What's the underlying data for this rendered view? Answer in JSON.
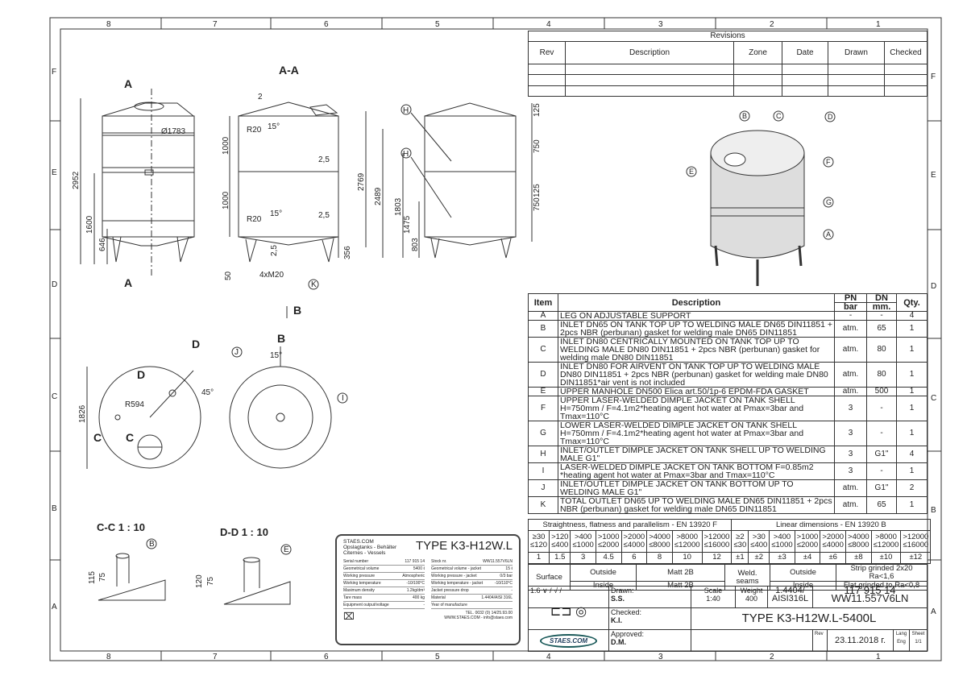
{
  "frame": {
    "columns": [
      "8",
      "7",
      "6",
      "5",
      "4",
      "3",
      "2",
      "1"
    ],
    "rows": [
      "F",
      "E",
      "D",
      "C",
      "B",
      "A"
    ]
  },
  "revisions": {
    "title": "Revisions",
    "headers": [
      "Rev",
      "Description",
      "Zone",
      "Date",
      "Drawn",
      "Checked"
    ]
  },
  "views": {
    "front": {
      "section_a": "A",
      "diameter": "Ø1783",
      "h_total": "2952",
      "h_jacket": "1600",
      "h_leg": "646"
    },
    "section": {
      "title": "A-A",
      "r1": "R20",
      "r2": "R20",
      "a1": "15°",
      "a2": "15°",
      "t1": "2",
      "d1": "1000",
      "d2": "1000",
      "h": "2769",
      "w1": "2,5",
      "w2": "2,5",
      "w3": "2,5",
      "leg": "356",
      "foot": "50",
      "bolts": "4xM20",
      "k": "K",
      "view_b": "B"
    },
    "side": {
      "h1": "H",
      "h2": "H",
      "d1": "125",
      "d2": "750",
      "d3": "125",
      "d4": "750",
      "h_a": "2489",
      "h_b": "1803",
      "h_c": "1475",
      "h_d": "803"
    },
    "iso": {
      "labels": [
        "B",
        "C",
        "D",
        "E",
        "F",
        "G",
        "A"
      ]
    },
    "top": {
      "width": "1826",
      "radius": "R594",
      "angle": "45°",
      "c1": "C",
      "c2": "C",
      "d1": "D",
      "d2": "D"
    },
    "bottom": {
      "b": "B",
      "angle": "15°",
      "j": "J",
      "i": "I"
    },
    "cc": {
      "title": "C-C 1 : 10",
      "h1": "115",
      "h2": "75",
      "callout": "B"
    },
    "dd": {
      "title": "D-D 1 : 10",
      "h1": "120",
      "h2": "75",
      "callout": "E"
    }
  },
  "parts": {
    "headers": {
      "item": "Item",
      "desc": "Description",
      "pn": "PN",
      "pn_unit": "bar",
      "dn": "DN",
      "dn_unit": "mm.",
      "qty": "Qty."
    },
    "rows": [
      {
        "item": "A",
        "desc": "LEG ON ADJUSTABLE SUPPORT",
        "pn": "-",
        "dn": "-",
        "qty": "4"
      },
      {
        "item": "B",
        "desc": "INLET DN65 ON TANK TOP UP TO WELDING MALE DN65 DIN11851 + 2pcs NBR (perbunan) gasket for welding male DN65 DIN11851",
        "pn": "atm.",
        "dn": "65",
        "qty": "1"
      },
      {
        "item": "C",
        "desc": "INLET DN80 CENTRICALLY MOUNTED ON TANK TOP UP TO WELDING MALE DN80 DIN11851 + 2pcs NBR (perbunan) gasket for welding male DN80 DIN11851",
        "pn": "atm.",
        "dn": "80",
        "qty": "1"
      },
      {
        "item": "D",
        "desc": "INLET DN80 FOR AIRVENT ON TANK TOP UP TO WELDING MALE DN80 DIN11851 + 2pcs NBR (perbunan) gasket for welding male DN80 DIN11851*air vent is not included",
        "pn": "atm.",
        "dn": "80",
        "qty": "1"
      },
      {
        "item": "E",
        "desc": "UPPER MANHOLE DN500 Elica art.50/1p-6  EPDM-FDA GASKET",
        "pn": "atm.",
        "dn": "500",
        "qty": "1"
      },
      {
        "item": "F",
        "desc": "UPPER LASER-WELDED DIMPLE JACKET ON TANK SHELL H=750mm / F=4.1m2*heating agent hot water at Pmax=3bar and Tmax=110°C",
        "pn": "3",
        "dn": "-",
        "qty": "1"
      },
      {
        "item": "G",
        "desc": "LOWER LASER-WELDED DIMPLE JACKET ON TANK SHELL H=750mm / F=4.1m2*heating agent hot water at Pmax=3bar and Tmax=110°C",
        "pn": "3",
        "dn": "-",
        "qty": "1"
      },
      {
        "item": "H",
        "desc": "INLET/OUTLET DIMPLE JACKET ON TANK SHELL UP TO WELDING MALE G1\"",
        "pn": "3",
        "dn": "G1\"",
        "qty": "4"
      },
      {
        "item": "I",
        "desc": "LASER-WELDED DIMPLE JACKET ON TANK BOTTOM F=0.85m2 *heating agent hot water at Pmax=3bar and Tmax=110°C",
        "pn": "3",
        "dn": "-",
        "qty": "1"
      },
      {
        "item": "J",
        "desc": "INLET/OUTLET DIMPLE JACKET ON TANK BOTTOM UP TO WELDING MALE G1\"",
        "pn": "atm.",
        "dn": "G1\"",
        "qty": "2"
      },
      {
        "item": "K",
        "desc": "TOTAL OUTLET DN65 UP TO WELDING MALE DN65 DIN11851 + 2pcs NBR (perbunan) gasket for welding male DN65 DIN11851",
        "pn": "atm.",
        "dn": "65",
        "qty": "1"
      }
    ]
  },
  "tolerances": {
    "straightness_title": "Straightness, flatness and parallelism - EN 13920 F",
    "linear_title": "Linear dimensions - EN 13920 B",
    "s_ranges": [
      "≥30 ≤120",
      ">120 ≤400",
      ">400 ≤1000",
      ">1000 ≤2000",
      ">2000 ≤4000",
      ">4000 ≤8000",
      ">8000 ≤12000",
      ">12000 ≤16000"
    ],
    "s_values": [
      "1",
      "1.5",
      "3",
      "4.5",
      "6",
      "8",
      "10",
      "12"
    ],
    "l_ranges": [
      "≥2 ≤30",
      ">30 ≤400",
      ">400 ≤1000",
      ">1000 ≤2000",
      ">2000 ≤4000",
      ">4000 ≤8000",
      ">8000 ≤12000",
      ">12000 ≤16000"
    ],
    "l_values": [
      "±1",
      "±2",
      "±3",
      "±4",
      "±6",
      "±8",
      "±10",
      "±12"
    ]
  },
  "surface": {
    "label": "Surface",
    "outside": "Outside",
    "inside": "Inside",
    "outside_val": "Matt 2B",
    "inside_val": "Matt 2B",
    "weld_label": "Weld. seams",
    "weld_outside": "Outside",
    "weld_inside": "Inside",
    "weld_outside_val": "Strip grinded 2x20 Ra<1,6",
    "weld_inside_val": "Flat grinded to Ra<0,8"
  },
  "title_block": {
    "roughness": "1.6",
    "drawn_label": "Drawn:",
    "drawn": "S.S.",
    "checked_label": "Checked:",
    "checked": "K.I.",
    "approved_label": "Approved:",
    "approved": "D.M.",
    "scale_label": "Scale",
    "scale": "1:40",
    "weight_label": "Weight",
    "weight": "400",
    "material": "1.4404/ AISI316L",
    "number": "117 915 14",
    "code": "WW11.557V6LN",
    "type": "TYPE K3-H12W.L-5400L",
    "rev_label": "Rev",
    "date": "23.11.2018 г.",
    "lang_label": "Lang",
    "lang": "Eng",
    "sheet_label": "Sheet",
    "sheet": "1/1",
    "logo": "STAES.COM"
  },
  "nameplate": {
    "company": "STAES.COM",
    "line2": "Opslagtanks - Behälter",
    "line3": "Citernes - Vessels",
    "type": "TYPE K3-H12W.L",
    "left": [
      [
        "Serial number",
        "117 915 14"
      ],
      [
        "Geometrical volume",
        "5400 ℓ"
      ],
      [
        "Working pressure",
        "Atmospheric"
      ],
      [
        "Working temperature",
        "-10/100°C"
      ],
      [
        "Maximum density",
        "1.2kg/dm³"
      ],
      [
        "Tare mass",
        "400 kg"
      ],
      [
        "Equipment output/voltage",
        "-"
      ]
    ],
    "right": [
      [
        "Stock nr.",
        "WW11.557V6LN"
      ],
      [
        "Geometrical volume - jacket",
        "15 ℓ"
      ],
      [
        "Working pressure - jacket",
        "0/3 bar"
      ],
      [
        "Working temperature - jacket",
        "-10/110°C"
      ],
      [
        "Jacket pressure drop",
        "-"
      ],
      [
        "Material",
        "1.4404/AISI 316L"
      ],
      [
        "Year of manufacture",
        ""
      ]
    ],
    "tel": "TEL. 0032 (0) 14/25.93.00",
    "web": "WWW.STAES.COM - info@staes.com"
  }
}
